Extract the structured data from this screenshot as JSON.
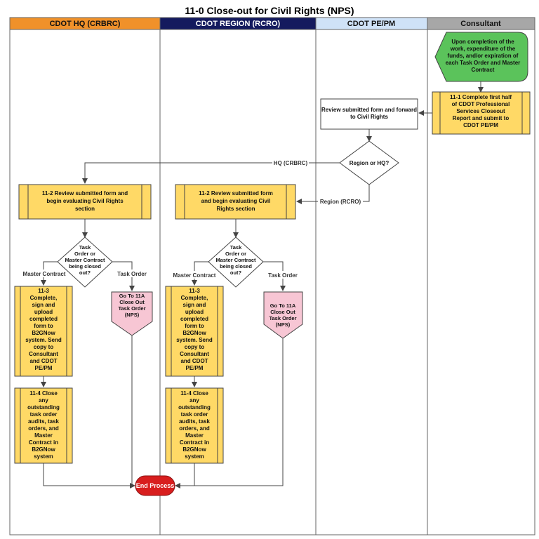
{
  "title": "11-0 Close-out for Civil Rights (NPS)",
  "colors": {
    "hq_header": "#F0912A",
    "region_header": "#141A5E",
    "pepm_header": "#CFE2F7",
    "consultant_header": "#A7A7A7",
    "step_fill": "#FFD966",
    "start_fill": "#5BC35B",
    "offpage_fill": "#F7C6D4",
    "end_fill": "#D81E1E"
  },
  "lanes": [
    {
      "name": "CDOT HQ (CRBRC)"
    },
    {
      "name": "CDOT REGION (RCRO)"
    },
    {
      "name": "CDOT PE/PM"
    },
    {
      "name": "Consultant"
    }
  ],
  "nodes": {
    "start": [
      "Upon completion of the",
      "work, expenditure of the",
      "funds, and/or expiration of",
      "each Task Order and Master",
      "Contract"
    ],
    "step_11_1": [
      "11-1 Complete first half",
      "of CDOT Professional",
      "Services Closeout",
      "Report and submit to",
      "CDOT PE/PM"
    ],
    "pepm_review": [
      "Review submitted form and forward",
      "to Civil Rights"
    ],
    "region_or_hq": [
      "Region or HQ?"
    ],
    "hq_11_2": [
      "11-2 Review submitted form and",
      "begin evaluating Civil Rights",
      "section"
    ],
    "region_11_2": [
      "11-2 Review submitted form",
      "and begin evaluating Civil",
      "Rights section"
    ],
    "hq_decision": [
      "Task",
      "Order or",
      "Master Contract",
      "being closed",
      "out?"
    ],
    "region_decision": [
      "Task",
      "Order or",
      "Master Contract",
      "being closed",
      "out?"
    ],
    "hq_11_3": [
      "11-3",
      "Complete,",
      "sign and",
      "upload",
      "completed",
      "form to",
      "B2GNow",
      "system.  Send",
      "copy to",
      "Consultant",
      "and CDOT",
      "PE/PM"
    ],
    "region_11_3": [
      "11-3",
      "Complete,",
      "sign and",
      "upload",
      "completed",
      "form to",
      "B2GNow",
      "system.  Send",
      "copy to",
      "Consultant",
      "and CDOT",
      "PE/PM"
    ],
    "hq_11_4": [
      "11-4 Close",
      "any",
      "outstanding",
      "task order",
      "audits, task",
      "orders, and",
      "Master",
      "Contract in",
      "B2GNow",
      "system"
    ],
    "region_11_4": [
      "11-4 Close",
      "any",
      "outstanding",
      "task order",
      "audits, task",
      "orders, and",
      "Master",
      "Contract in",
      "B2GNow",
      "system"
    ],
    "hq_goto": [
      "Go To 11A",
      "Close Out",
      "Task Order",
      "(NPS)"
    ],
    "region_goto": [
      "Go To 11A",
      "Close Out",
      "Task Order",
      "(NPS)"
    ],
    "end": [
      "End Process"
    ]
  },
  "edge_labels": {
    "hq": "HQ (CRBRC)",
    "region": "Region (RCRO)",
    "hq_master": "Master Contract",
    "hq_task": "Task Order",
    "region_master": "Master Contract",
    "region_task": "Task Order"
  }
}
